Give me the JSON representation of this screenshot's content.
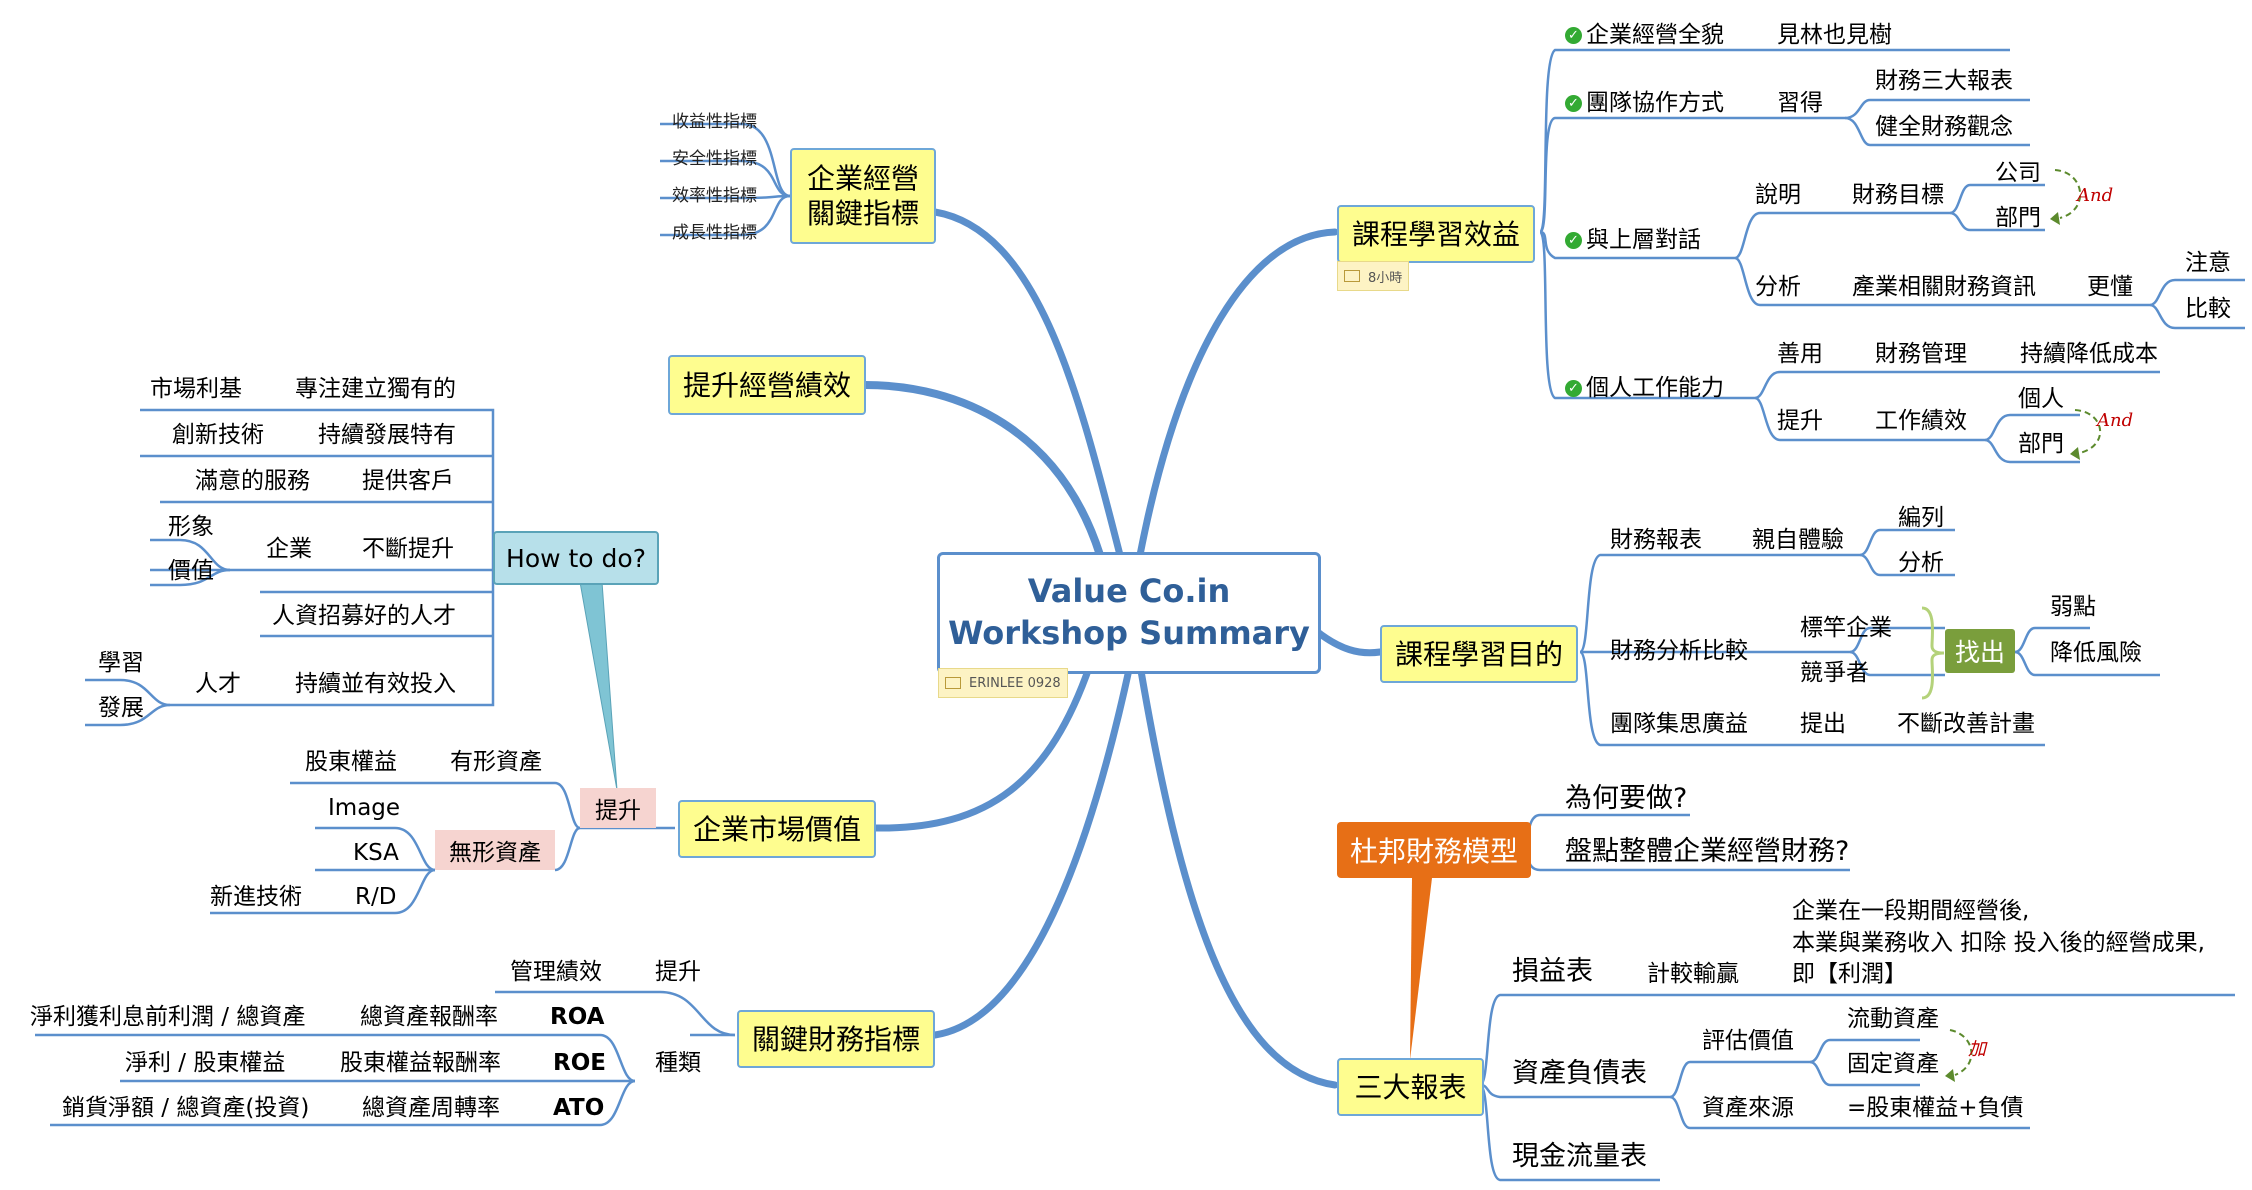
{
  "center": {
    "line1": "Value Co.in",
    "line2": "Workshop Summary",
    "tag": "ERINLEE 0928"
  },
  "kpi": {
    "line1": "企業經營",
    "line2": "關鍵指標",
    "items": [
      "收益性指標",
      "安全性指標",
      "效率性指標",
      "成長性指標"
    ]
  },
  "perf": {
    "title": "提升經營績效"
  },
  "how": {
    "title": "How to do?",
    "rows": [
      [
        "市場利基",
        "專注建立獨有的"
      ],
      [
        "創新技術",
        "持續發展特有"
      ],
      [
        "滿意的服務",
        "提供客戶"
      ],
      [
        "企業",
        "不斷提升"
      ],
      [
        "人資招募好的人才"
      ],
      [
        "人才",
        "持續並有效投入"
      ]
    ],
    "sub_image": [
      "形象",
      "價值"
    ],
    "sub_talent": [
      "學習",
      "發展"
    ]
  },
  "market": {
    "title": "企業市場價值",
    "raise": "提升",
    "tangible": "有形資產",
    "equity": "股東權益",
    "intangible": "無形資產",
    "items": [
      "Image",
      "KSA",
      "R/D"
    ],
    "newtech": "新進技術"
  },
  "fin": {
    "title": "關鍵財務指標",
    "raise": "提升",
    "mgmt": "管理績效",
    "kind": "種類",
    "rows": [
      {
        "formula": "淨利獲利息前利潤 / 總資產",
        "name": "總資產報酬率",
        "abbr": "ROA"
      },
      {
        "formula": "淨利 / 股東權益",
        "name": "股東權益報酬率",
        "abbr": "ROE"
      },
      {
        "formula": "銷貨淨額 / 總資產(投資)",
        "name": "總資產周轉率",
        "abbr": "ATO"
      }
    ]
  },
  "benefit": {
    "title": "課程學習效益",
    "tag": "8小時",
    "b1": "企業經營全貌",
    "b1a": "見林也見樹",
    "b2": "團隊協作方式",
    "b2a": "習得",
    "b2b": "財務三大報表",
    "b2c": "健全財務觀念",
    "b3": "與上層對話",
    "b3a": "說明",
    "b3b": "財務目標",
    "b3c": "公司",
    "b3d": "部門",
    "b3e": "分析",
    "b3f": "產業相關財務資訊",
    "b3g": "更懂",
    "b3h": "注意",
    "b3i": "比較",
    "b4": "個人工作能力",
    "b4a": "善用",
    "b4b": "財務管理",
    "b4c": "持續降低成本",
    "b4d": "提升",
    "b4e": "工作績效",
    "b4f": "個人",
    "b4g": "部門",
    "and": "And"
  },
  "purpose": {
    "title": "課程學習目的",
    "p1": "財務報表",
    "p1a": "親自體驗",
    "p1b": "編列",
    "p1c": "分析",
    "p2": "財務分析比較",
    "p2a": "標竿企業",
    "p2b": "競爭者",
    "p2c": "找出",
    "p2d": "弱點",
    "p2e": "降低風險",
    "p3": "團隊集思廣益",
    "p3a": "提出",
    "p3b": "不斷改善計畫"
  },
  "dupont": {
    "title": "杜邦財務模型",
    "q1": "為何要做?",
    "q2": "盤點整體企業經營財務?"
  },
  "reports": {
    "title": "三大報表",
    "r1": "損益表",
    "r1a": "計較輸贏",
    "r1b1": "企業在一段期間經營後,",
    "r1b2": "本業與業務收入 扣除 投入後的經營成果,",
    "r1b3": "即【利潤】",
    "r2": "資產負債表",
    "r2a": "評估價值",
    "r2b": "流動資產",
    "r2c": "固定資產",
    "r2d": "加",
    "r2e": "資產來源",
    "r2f": "=股東權益+負債",
    "r3": "現金流量表"
  },
  "colors": {
    "branch": "#5b8fcc",
    "node_fill": "#fefd8f",
    "accent_orange": "#e76f16",
    "accent_green": "#7a9e3c",
    "how_fill": "#b7e0ea",
    "pink": "#f6d4d0"
  }
}
